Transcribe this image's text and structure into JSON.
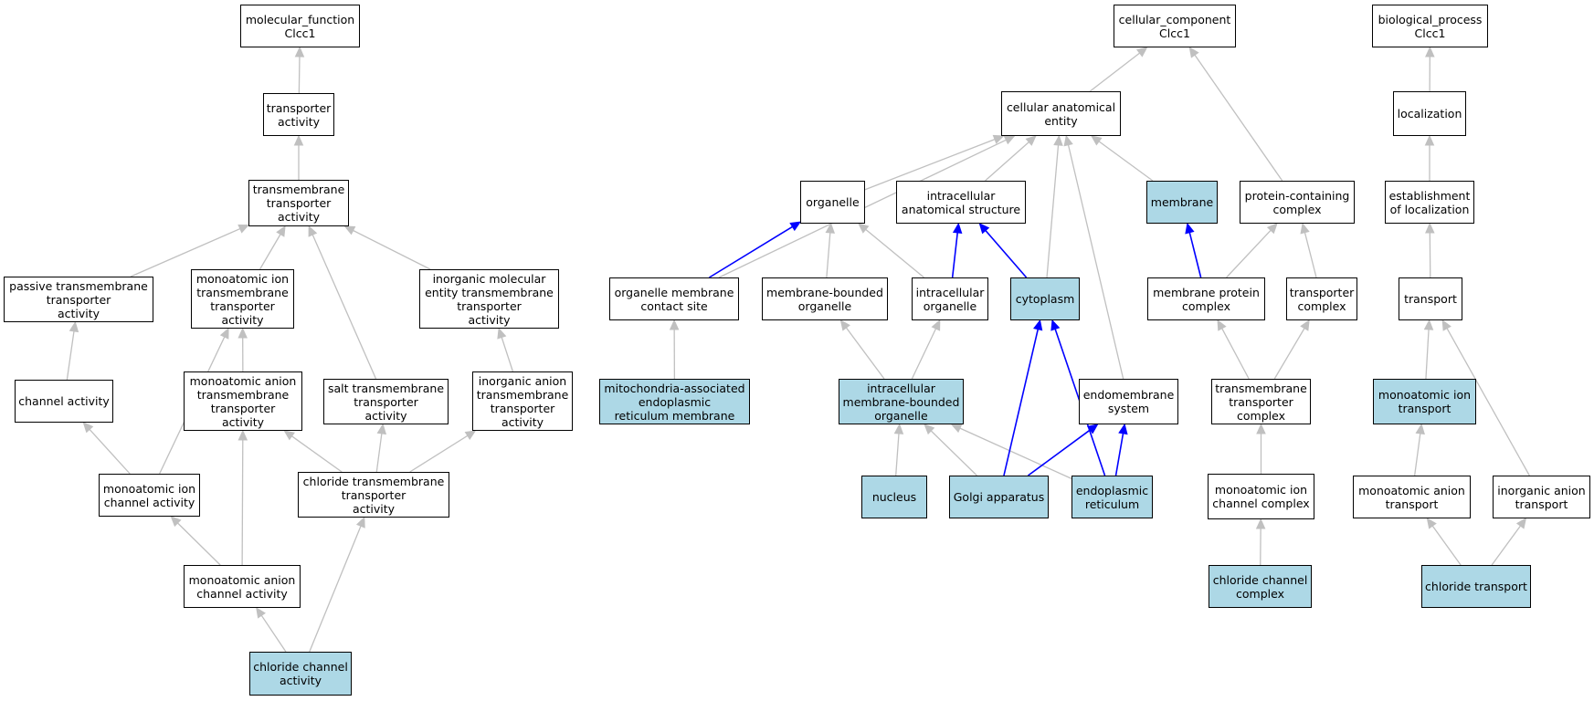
{
  "colors": {
    "highlight_fill": "#add8e6",
    "highlight_edge": "#0000ff",
    "edge": "#c0c0c0"
  },
  "nodes": {
    "mf_root": {
      "label": "molecular_function\nClcc1",
      "highlight": false
    },
    "transporter_activity": {
      "label": "transporter\nactivity",
      "highlight": false
    },
    "tm_transporter_activity": {
      "label": "transmembrane\ntransporter\nactivity",
      "highlight": false
    },
    "passive_tm": {
      "label": "passive transmembrane\ntransporter\nactivity",
      "highlight": false
    },
    "monoatomic_ion_tm": {
      "label": "monoatomic ion\ntransmembrane\ntransporter\nactivity",
      "highlight": false
    },
    "inorganic_molecular_tm": {
      "label": "inorganic molecular\nentity transmembrane\ntransporter\nactivity",
      "highlight": false
    },
    "channel_activity": {
      "label": "channel activity",
      "highlight": false
    },
    "monoatomic_anion_tm": {
      "label": "monoatomic anion\ntransmembrane\ntransporter\nactivity",
      "highlight": false
    },
    "salt_tm": {
      "label": "salt transmembrane\ntransporter\nactivity",
      "highlight": false
    },
    "inorganic_anion_tm": {
      "label": "inorganic anion\ntransmembrane\ntransporter\nactivity",
      "highlight": false
    },
    "monoatomic_ion_channel": {
      "label": "monoatomic ion\nchannel activity",
      "highlight": false
    },
    "chloride_tm": {
      "label": "chloride transmembrane\ntransporter\nactivity",
      "highlight": false
    },
    "monoatomic_anion_channel": {
      "label": "monoatomic anion\nchannel activity",
      "highlight": false
    },
    "chloride_channel_activity": {
      "label": "chloride channel\nactivity",
      "highlight": true
    },
    "cc_root": {
      "label": "cellular_component\nClcc1",
      "highlight": false
    },
    "cellular_anatomical_entity": {
      "label": "cellular anatomical\nentity",
      "highlight": false
    },
    "organelle": {
      "label": "organelle",
      "highlight": false
    },
    "intracellular_anatomical_structure": {
      "label": "intracellular\nanatomical structure",
      "highlight": false
    },
    "membrane": {
      "label": "membrane",
      "highlight": true
    },
    "protein_containing_complex": {
      "label": "protein-containing\ncomplex",
      "highlight": false
    },
    "organelle_membrane_contact_site": {
      "label": "organelle membrane\ncontact site",
      "highlight": false
    },
    "membrane_bounded_organelle": {
      "label": "membrane-bounded\norganelle",
      "highlight": false
    },
    "intracellular_organelle": {
      "label": "intracellular\norganelle",
      "highlight": false
    },
    "cytoplasm": {
      "label": "cytoplasm",
      "highlight": true
    },
    "membrane_protein_complex": {
      "label": "membrane protein\ncomplex",
      "highlight": false
    },
    "transporter_complex": {
      "label": "transporter\ncomplex",
      "highlight": false
    },
    "mam": {
      "label": "mitochondria-associated\nendoplasmic\nreticulum membrane",
      "highlight": true
    },
    "intracellular_mb_organelle": {
      "label": "intracellular\nmembrane-bounded\norganelle",
      "highlight": true
    },
    "endomembrane_system": {
      "label": "endomembrane\nsystem",
      "highlight": false
    },
    "tm_transporter_complex": {
      "label": "transmembrane\ntransporter\ncomplex",
      "highlight": false
    },
    "nucleus": {
      "label": "nucleus",
      "highlight": true
    },
    "golgi": {
      "label": "Golgi apparatus",
      "highlight": true
    },
    "er": {
      "label": "endoplasmic\nreticulum",
      "highlight": true
    },
    "monoatomic_ion_channel_complex": {
      "label": "monoatomic ion\nchannel complex",
      "highlight": false
    },
    "chloride_channel_complex": {
      "label": "chloride channel\ncomplex",
      "highlight": true
    },
    "bp_root": {
      "label": "biological_process\nClcc1",
      "highlight": false
    },
    "localization": {
      "label": "localization",
      "highlight": false
    },
    "establishment_of_localization": {
      "label": "establishment\nof localization",
      "highlight": false
    },
    "transport": {
      "label": "transport",
      "highlight": false
    },
    "monoatomic_ion_transport": {
      "label": "monoatomic ion\ntransport",
      "highlight": true
    },
    "monoatomic_anion_transport": {
      "label": "monoatomic anion\ntransport",
      "highlight": false
    },
    "inorganic_anion_transport": {
      "label": "inorganic anion\ntransport",
      "highlight": false
    },
    "chloride_transport": {
      "label": "chloride transport",
      "highlight": true
    }
  },
  "edges": [
    {
      "from": "transporter_activity",
      "to": "mf_root",
      "highlight": false
    },
    {
      "from": "tm_transporter_activity",
      "to": "transporter_activity",
      "highlight": false
    },
    {
      "from": "passive_tm",
      "to": "tm_transporter_activity",
      "highlight": false
    },
    {
      "from": "monoatomic_ion_tm",
      "to": "tm_transporter_activity",
      "highlight": false
    },
    {
      "from": "salt_tm",
      "to": "tm_transporter_activity",
      "highlight": false
    },
    {
      "from": "inorganic_molecular_tm",
      "to": "tm_transporter_activity",
      "highlight": false
    },
    {
      "from": "channel_activity",
      "to": "passive_tm",
      "highlight": false
    },
    {
      "from": "monoatomic_anion_tm",
      "to": "monoatomic_ion_tm",
      "highlight": false
    },
    {
      "from": "monoatomic_ion_channel",
      "to": "monoatomic_ion_tm",
      "highlight": false
    },
    {
      "from": "inorganic_anion_tm",
      "to": "inorganic_molecular_tm",
      "highlight": false
    },
    {
      "from": "monoatomic_ion_channel",
      "to": "channel_activity",
      "highlight": false
    },
    {
      "from": "chloride_tm",
      "to": "monoatomic_anion_tm",
      "highlight": false
    },
    {
      "from": "chloride_tm",
      "to": "salt_tm",
      "highlight": false
    },
    {
      "from": "chloride_tm",
      "to": "inorganic_anion_tm",
      "highlight": false
    },
    {
      "from": "monoatomic_anion_channel",
      "to": "monoatomic_ion_channel",
      "highlight": false
    },
    {
      "from": "monoatomic_anion_channel",
      "to": "monoatomic_anion_tm",
      "highlight": false
    },
    {
      "from": "chloride_channel_activity",
      "to": "monoatomic_anion_channel",
      "highlight": false
    },
    {
      "from": "chloride_channel_activity",
      "to": "chloride_tm",
      "highlight": false
    },
    {
      "from": "cellular_anatomical_entity",
      "to": "cc_root",
      "highlight": false
    },
    {
      "from": "protein_containing_complex",
      "to": "cc_root",
      "highlight": false
    },
    {
      "from": "organelle",
      "to": "cellular_anatomical_entity",
      "highlight": false
    },
    {
      "from": "intracellular_anatomical_structure",
      "to": "cellular_anatomical_entity",
      "highlight": false
    },
    {
      "from": "membrane",
      "to": "cellular_anatomical_entity",
      "highlight": false
    },
    {
      "from": "organelle_membrane_contact_site",
      "to": "cellular_anatomical_entity",
      "highlight": false
    },
    {
      "from": "cytoplasm",
      "to": "cellular_anatomical_entity",
      "highlight": false
    },
    {
      "from": "endomembrane_system",
      "to": "cellular_anatomical_entity",
      "highlight": false
    },
    {
      "from": "organelle_membrane_contact_site",
      "to": "organelle",
      "highlight": true
    },
    {
      "from": "membrane_bounded_organelle",
      "to": "organelle",
      "highlight": false
    },
    {
      "from": "intracellular_organelle",
      "to": "organelle",
      "highlight": false
    },
    {
      "from": "intracellular_organelle",
      "to": "intracellular_anatomical_structure",
      "highlight": true
    },
    {
      "from": "cytoplasm",
      "to": "intracellular_anatomical_structure",
      "highlight": true
    },
    {
      "from": "membrane_protein_complex",
      "to": "membrane",
      "highlight": true
    },
    {
      "from": "membrane_protein_complex",
      "to": "protein_containing_complex",
      "highlight": false
    },
    {
      "from": "transporter_complex",
      "to": "protein_containing_complex",
      "highlight": false
    },
    {
      "from": "mam",
      "to": "organelle_membrane_contact_site",
      "highlight": false
    },
    {
      "from": "intracellular_mb_organelle",
      "to": "membrane_bounded_organelle",
      "highlight": false
    },
    {
      "from": "intracellular_mb_organelle",
      "to": "intracellular_organelle",
      "highlight": false
    },
    {
      "from": "tm_transporter_complex",
      "to": "membrane_protein_complex",
      "highlight": false
    },
    {
      "from": "tm_transporter_complex",
      "to": "transporter_complex",
      "highlight": false
    },
    {
      "from": "nucleus",
      "to": "intracellular_mb_organelle",
      "highlight": false
    },
    {
      "from": "golgi",
      "to": "intracellular_mb_organelle",
      "highlight": false
    },
    {
      "from": "er",
      "to": "intracellular_mb_organelle",
      "highlight": false
    },
    {
      "from": "golgi",
      "to": "cytoplasm",
      "highlight": true
    },
    {
      "from": "er",
      "to": "cytoplasm",
      "highlight": true
    },
    {
      "from": "golgi",
      "to": "endomembrane_system",
      "highlight": true
    },
    {
      "from": "er",
      "to": "endomembrane_system",
      "highlight": true
    },
    {
      "from": "monoatomic_ion_channel_complex",
      "to": "tm_transporter_complex",
      "highlight": false
    },
    {
      "from": "chloride_channel_complex",
      "to": "monoatomic_ion_channel_complex",
      "highlight": false
    },
    {
      "from": "localization",
      "to": "bp_root",
      "highlight": false
    },
    {
      "from": "establishment_of_localization",
      "to": "localization",
      "highlight": false
    },
    {
      "from": "transport",
      "to": "establishment_of_localization",
      "highlight": false
    },
    {
      "from": "monoatomic_ion_transport",
      "to": "transport",
      "highlight": false
    },
    {
      "from": "inorganic_anion_transport",
      "to": "transport",
      "highlight": false
    },
    {
      "from": "monoatomic_anion_transport",
      "to": "monoatomic_ion_transport",
      "highlight": false
    },
    {
      "from": "chloride_transport",
      "to": "monoatomic_anion_transport",
      "highlight": false
    },
    {
      "from": "chloride_transport",
      "to": "inorganic_anion_transport",
      "highlight": false
    }
  ]
}
